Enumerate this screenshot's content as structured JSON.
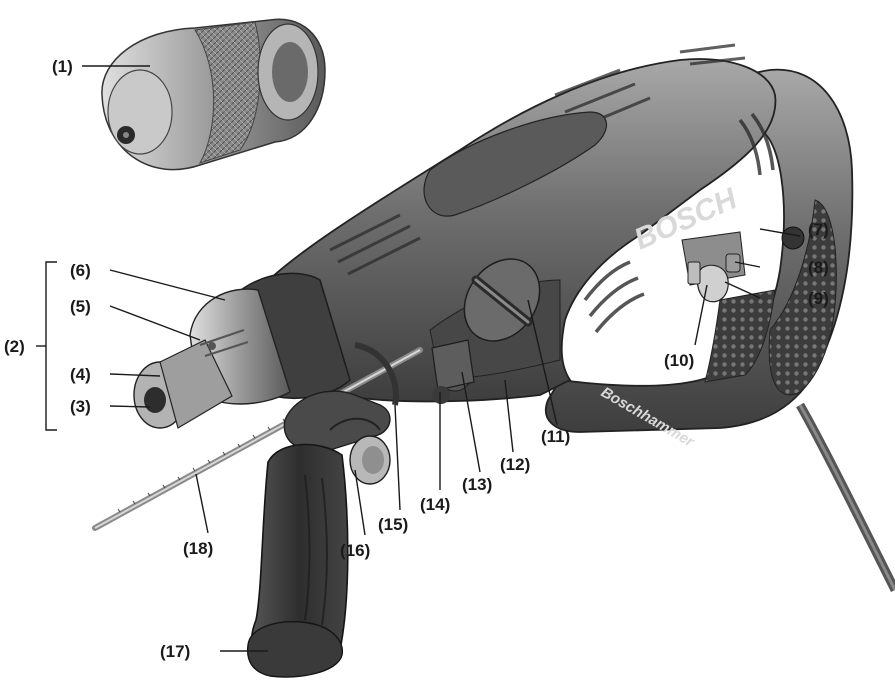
{
  "brand": {
    "logo_text": "BOSCH",
    "series_text": "Boschhammer"
  },
  "callouts": {
    "c1": "(1)",
    "c2": "(2)",
    "c3": "(3)",
    "c4": "(4)",
    "c5": "(5)",
    "c6": "(6)",
    "c7": "(7)",
    "c8": "(8)",
    "c9": "(9)",
    "c10": "(10)",
    "c11": "(11)",
    "c12": "(12)",
    "c13": "(13)",
    "c14": "(14)",
    "c15": "(15)",
    "c16": "(16)",
    "c17": "(17)",
    "c18": "(18)"
  },
  "colors": {
    "body_dark": "#4a4a4a",
    "body_mid": "#6e6e6e",
    "body_light": "#9a9a9a",
    "grip_dark": "#3a3a3a",
    "chuck_metal": "#8c8c8c",
    "label_text": "#1a1a1a"
  }
}
